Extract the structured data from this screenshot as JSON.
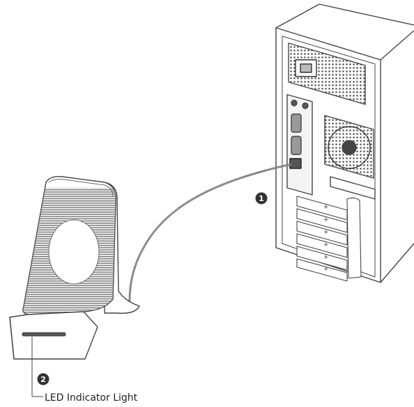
{
  "callouts": {
    "cable_number": "1",
    "led_number": "2",
    "led_label": "LED Indicator Light"
  },
  "icons": {
    "charger": "wireless-charging-stand-icon",
    "computer": "pc-tower-icon",
    "cable": "usb-cable-icon"
  },
  "colors": {
    "line": "#444444",
    "stripe": "#8a8a8a",
    "badge": "#333333",
    "badge_text": "#ffffff"
  }
}
